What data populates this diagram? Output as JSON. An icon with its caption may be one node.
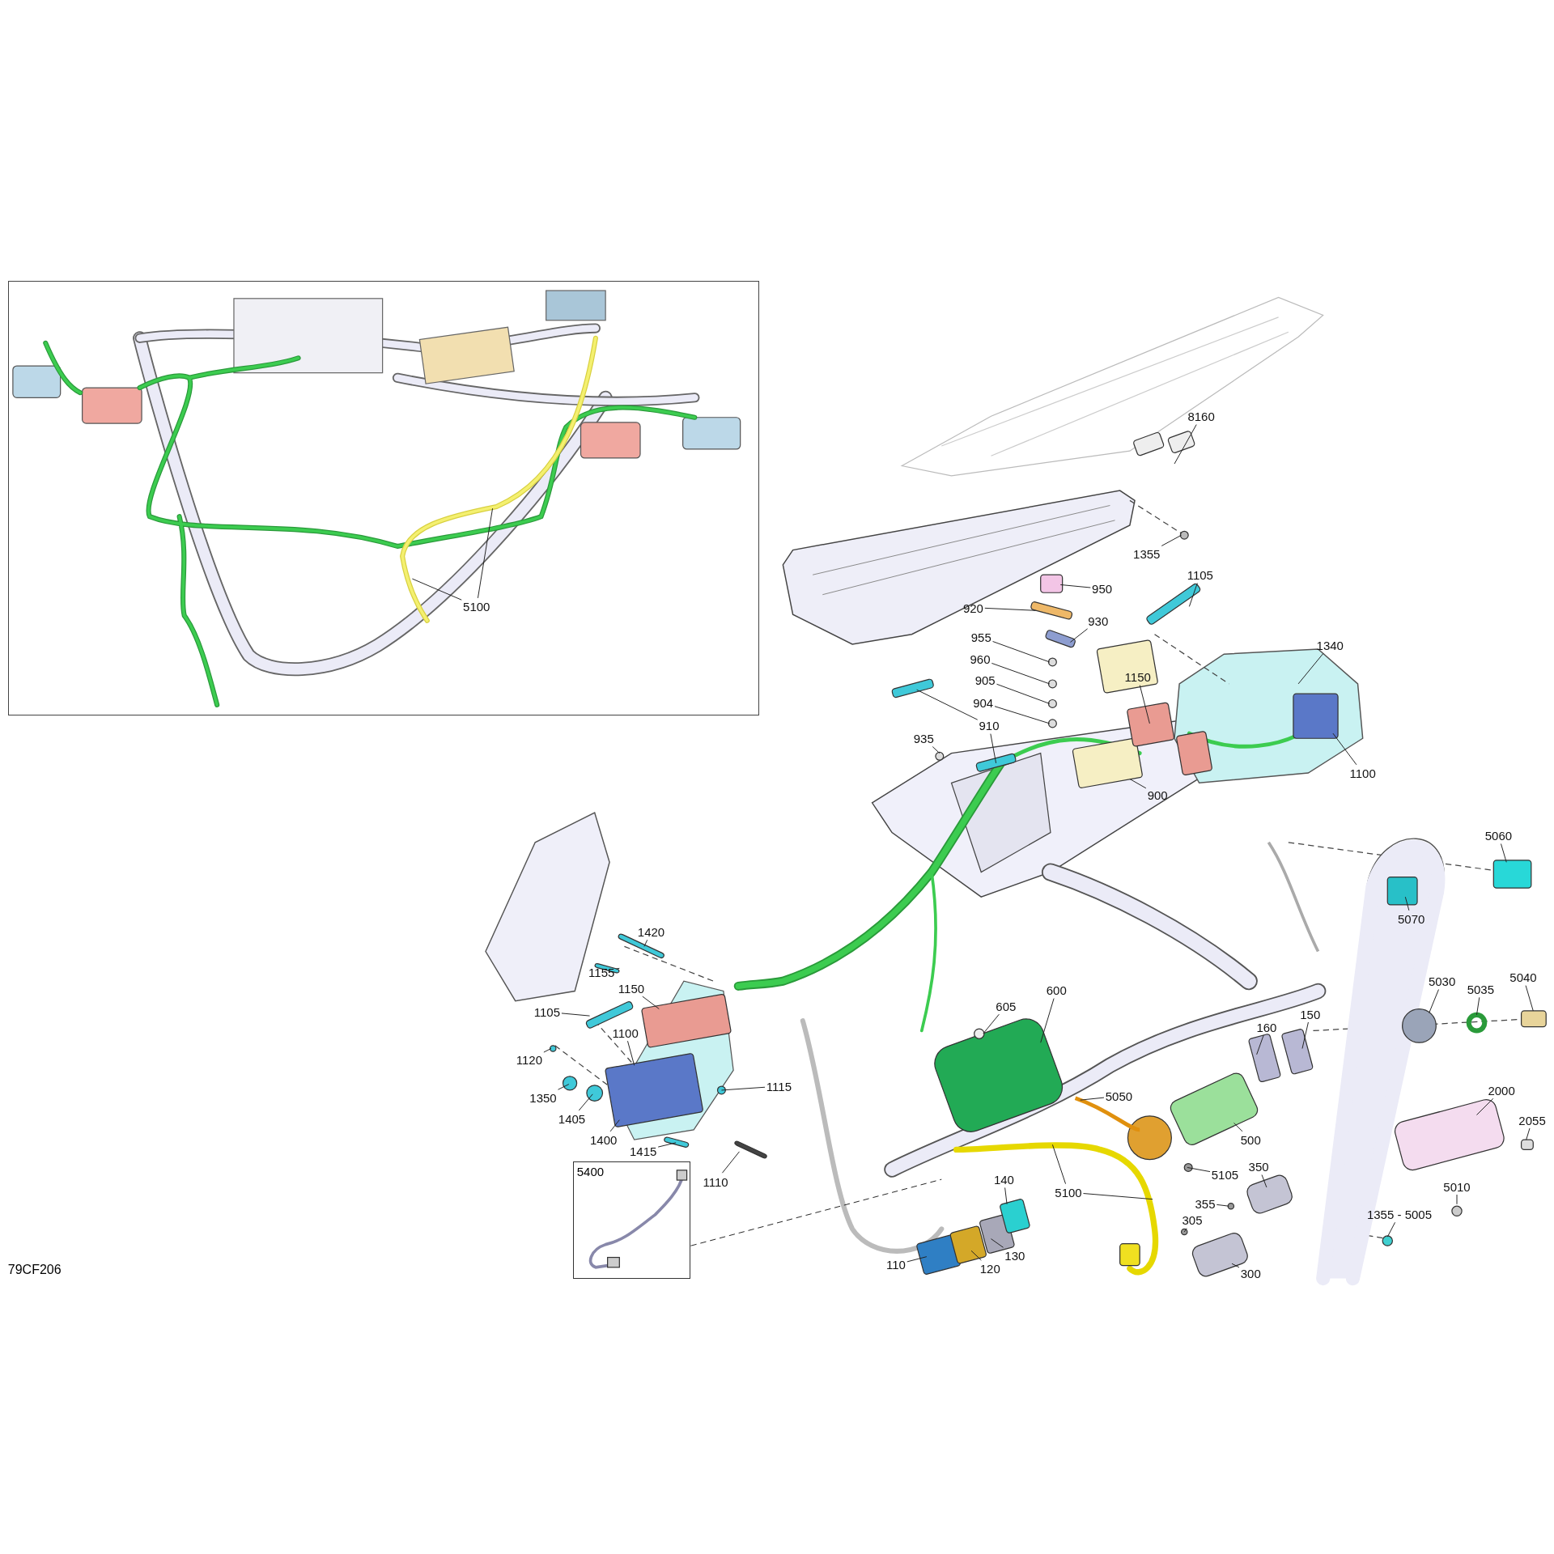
{
  "diagram": {
    "nodes": [
      {
        "text": [],
        "shape": "box"
      },
      {
        "text": [
          "5100"
        ],
        "in": 0
      },
      {
        "text": [
          "8160"
        ]
      },
      {
        "text": [
          "1355"
        ]
      },
      {
        "text": [
          "1105"
        ]
      },
      {
        "text": [
          "950"
        ]
      },
      {
        "text": [
          "920"
        ]
      },
      {
        "text": [
          "930"
        ]
      },
      {
        "text": [
          "955"
        ]
      },
      {
        "text": [
          "1340"
        ]
      },
      {
        "text": [
          "960"
        ]
      },
      {
        "text": [
          "1150"
        ]
      },
      {
        "text": [
          "905"
        ]
      },
      {
        "text": [
          "904"
        ]
      },
      {
        "text": [
          "900"
        ]
      },
      {
        "text": [
          "910"
        ]
      },
      {
        "text": [
          "935"
        ]
      },
      {
        "text": [
          "1100"
        ]
      },
      {
        "text": [
          "5060"
        ]
      },
      {
        "text": [
          "5070"
        ]
      },
      {
        "text": [
          "1420"
        ]
      },
      {
        "text": [
          "1155"
        ]
      },
      {
        "text": [
          "5040"
        ]
      },
      {
        "text": [
          "1150"
        ]
      },
      {
        "text": [
          "5030"
        ]
      },
      {
        "text": [
          "5035"
        ]
      },
      {
        "text": [
          "600"
        ]
      },
      {
        "text": [
          "605"
        ]
      },
      {
        "text": [
          "1105"
        ]
      },
      {
        "text": [
          "150"
        ]
      },
      {
        "text": [
          "160"
        ]
      },
      {
        "text": [
          "1100"
        ]
      },
      {
        "text": [
          "1120"
        ]
      },
      {
        "text": [
          "2000"
        ]
      },
      {
        "text": [
          "1350"
        ]
      },
      {
        "text": [
          "5050"
        ]
      },
      {
        "text": [
          "2055"
        ]
      },
      {
        "text": [
          "1405"
        ]
      },
      {
        "text": [
          "1115"
        ]
      },
      {
        "text": [
          "1400"
        ]
      },
      {
        "text": [
          "1415"
        ]
      },
      {
        "text": [
          "500"
        ]
      },
      {
        "text": [
          "350"
        ]
      },
      {
        "text": [
          "1110"
        ]
      },
      {
        "text": [
          "5400"
        ]
      },
      {
        "text": [
          "5105"
        ]
      },
      {
        "text": [
          "140"
        ]
      },
      {
        "text": [
          "5010"
        ]
      },
      {
        "text": [
          "5100"
        ]
      },
      {
        "text": [
          "355"
        ]
      },
      {
        "text": [
          "1355 - 5005"
        ]
      },
      {
        "text": [
          "305"
        ]
      },
      {
        "text": [
          "130"
        ]
      },
      {
        "text": [
          "110"
        ]
      },
      {
        "text": [
          "120"
        ]
      },
      {
        "text": [
          "300"
        ]
      }
    ],
    "edges": [
      {
        "from": 1,
        "to": null,
        "arrow": "none"
      },
      {
        "from": 1,
        "to": null,
        "arrow": "none"
      },
      {
        "from": 2,
        "to": null,
        "arrow": "none"
      },
      {
        "from": 3,
        "to": null,
        "arrow": "none"
      },
      {
        "from": 4,
        "to": null,
        "arrow": "none"
      },
      {
        "from": 5,
        "to": null,
        "arrow": "none"
      },
      {
        "from": 6,
        "to": null,
        "arrow": "none"
      },
      {
        "from": 7,
        "to": null,
        "arrow": "none"
      },
      {
        "from": 8,
        "to": null,
        "arrow": "none"
      },
      {
        "from": 9,
        "to": null,
        "arrow": "none"
      },
      {
        "from": 10,
        "to": null,
        "arrow": "none"
      },
      {
        "from": 11,
        "to": null,
        "arrow": "none"
      },
      {
        "from": 12,
        "to": null,
        "arrow": "none"
      },
      {
        "from": 13,
        "to": null,
        "arrow": "none"
      },
      {
        "from": 14,
        "to": null,
        "arrow": "none"
      },
      {
        "from": 15,
        "to": null,
        "arrow": "none"
      },
      {
        "from": 15,
        "to": null,
        "arrow": "none"
      },
      {
        "from": 16,
        "to": null,
        "arrow": "none"
      },
      {
        "from": 17,
        "to": null,
        "arrow": "none"
      },
      {
        "from": 18,
        "to": null,
        "arrow": "none"
      },
      {
        "from": 19,
        "to": null,
        "arrow": "none"
      },
      {
        "from": 20,
        "to": null,
        "arrow": "none"
      },
      {
        "from": 21,
        "to": null,
        "arrow": "none"
      },
      {
        "from": 22,
        "to": null,
        "arrow": "none"
      },
      {
        "from": 23,
        "to": null,
        "arrow": "none"
      },
      {
        "from": 24,
        "to": null,
        "arrow": "none"
      },
      {
        "from": 25,
        "to": null,
        "arrow": "none"
      },
      {
        "from": 26,
        "to": null,
        "arrow": "none"
      },
      {
        "from": 27,
        "to": null,
        "arrow": "none"
      },
      {
        "from": 28,
        "to": null,
        "arrow": "none"
      },
      {
        "from": 29,
        "to": null,
        "arrow": "none"
      },
      {
        "from": 30,
        "to": null,
        "arrow": "none"
      },
      {
        "from": 31,
        "to": null,
        "arrow": "none"
      },
      {
        "from": 32,
        "to": null,
        "arrow": "none"
      },
      {
        "from": 33,
        "to": null,
        "arrow": "none"
      },
      {
        "from": 34,
        "to": null,
        "arrow": "none"
      },
      {
        "from": 35,
        "to": null,
        "arrow": "none"
      },
      {
        "from": 36,
        "to": null,
        "arrow": "none"
      },
      {
        "from": 37,
        "to": null,
        "arrow": "none"
      },
      {
        "from": 38,
        "to": null,
        "arrow": "none"
      },
      {
        "from": 39,
        "to": null,
        "arrow": "none"
      },
      {
        "from": 40,
        "to": null,
        "arrow": "none"
      },
      {
        "from": 41,
        "to": null,
        "arrow": "none"
      },
      {
        "from": 42,
        "to": null,
        "arrow": "none"
      },
      {
        "from": 43,
        "to": null,
        "arrow": "none"
      },
      {
        "from": 44,
        "to": null,
        "arrow": "none",
        "style": "dashed"
      },
      {
        "from": 45,
        "to": null,
        "arrow": "none"
      },
      {
        "from": 46,
        "to": null,
        "arrow": "none"
      },
      {
        "from": 47,
        "to": null,
        "arrow": "none"
      },
      {
        "from": 48,
        "to": null,
        "arrow": "none"
      },
      {
        "from": 48,
        "to": null,
        "arrow": "none"
      },
      {
        "from": 49,
        "to": null,
        "arrow": "none"
      },
      {
        "from": 50,
        "to": null,
        "arrow": "none"
      },
      {
        "from": 51,
        "to": null,
        "arrow": "none"
      },
      {
        "from": 52,
        "to": null,
        "arrow": "none"
      },
      {
        "from": 53,
        "to": null,
        "arrow": "none"
      },
      {
        "from": 54,
        "to": null,
        "arrow": "none"
      },
      {
        "from": 55,
        "to": null,
        "arrow": "none"
      }
    ],
    "labels": [
      "79CF206"
    ]
  }
}
